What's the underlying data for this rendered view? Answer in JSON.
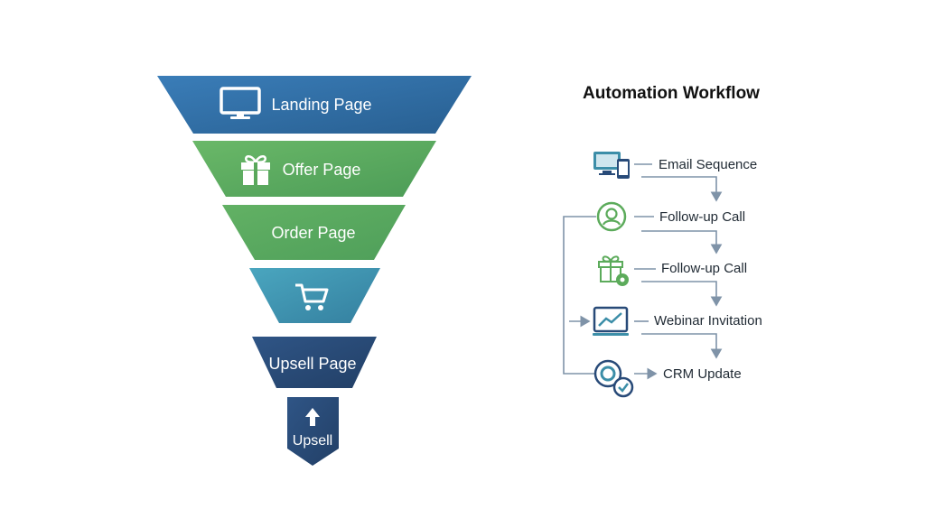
{
  "funnel": {
    "stages": [
      {
        "label": "Landing Page",
        "icon": "monitor-icon",
        "color": "#2f6ea3"
      },
      {
        "label": "Offer Page",
        "icon": "gift-icon",
        "color": "#5cab5b"
      },
      {
        "label": "Order Page",
        "icon": "",
        "color": "#5cab5b"
      },
      {
        "label": "",
        "icon": "cart-icon",
        "color": "#3f93b3"
      },
      {
        "label": "Upsell Page",
        "icon": "",
        "color": "#284a78"
      },
      {
        "label": "Upsell",
        "icon": "arrow-up-icon",
        "color": "#284a78"
      }
    ]
  },
  "workflow": {
    "title": "Automation Workflow",
    "steps": [
      {
        "label": "Email Sequence",
        "icon": "devices-icon"
      },
      {
        "label": "Follow-up Call",
        "icon": "user-badge-icon"
      },
      {
        "label": "Follow-up Call",
        "icon": "gift-tag-icon"
      },
      {
        "label": "Webinar Invitation",
        "icon": "chart-laptop-icon"
      },
      {
        "label": "CRM Update",
        "icon": "gear-check-icon"
      }
    ],
    "colors": {
      "teal": "#3c8ea8",
      "green": "#5cab5b",
      "navy": "#284a78",
      "connector": "#7f93a8"
    }
  }
}
